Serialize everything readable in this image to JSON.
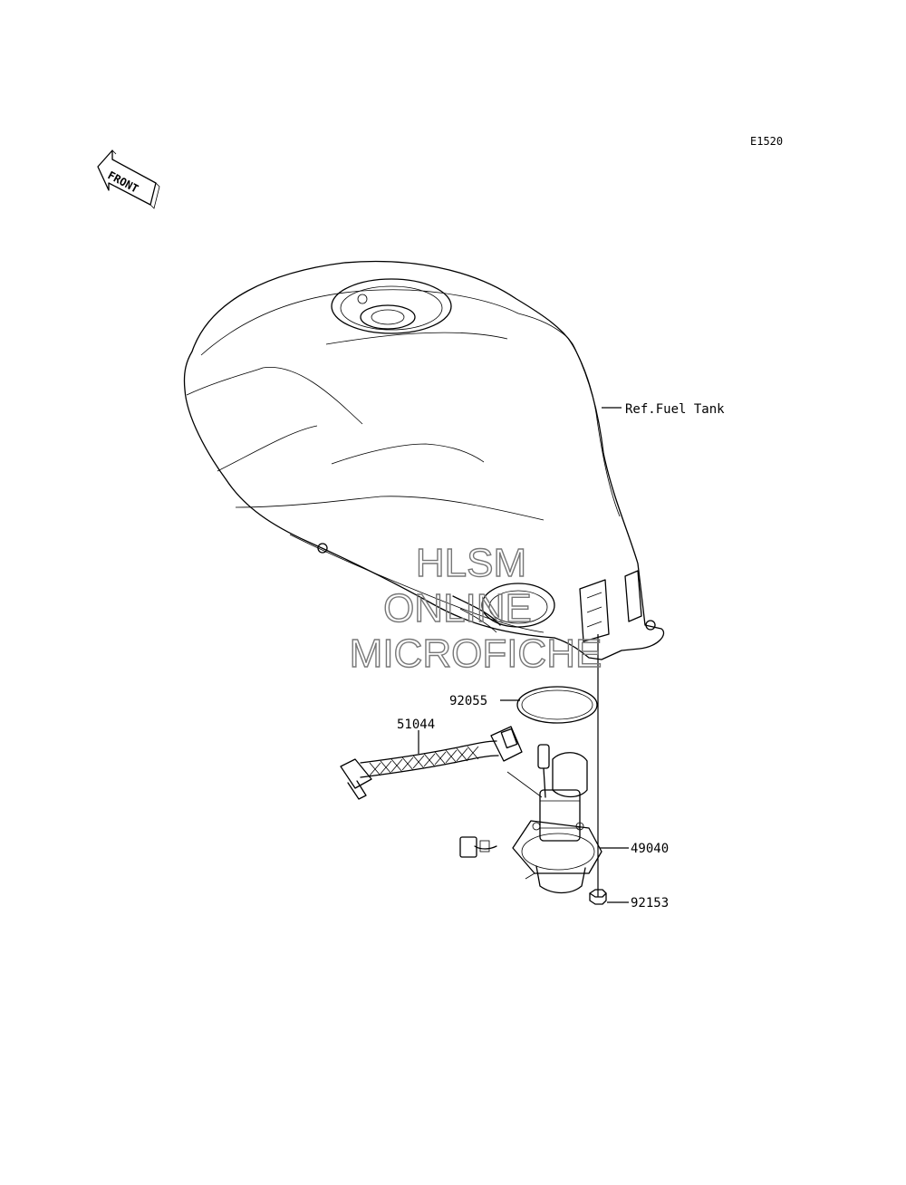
{
  "diagram_code": "E1520",
  "front_arrow_text": "FRONT",
  "reference": "Ref.Fuel Tank",
  "parts": {
    "gasket": "92055",
    "harness": "51044",
    "fuel_pump": "49040",
    "bolt": "92153"
  },
  "watermark": [
    "HLSM",
    "ONLINE",
    "MICROFICHE"
  ]
}
